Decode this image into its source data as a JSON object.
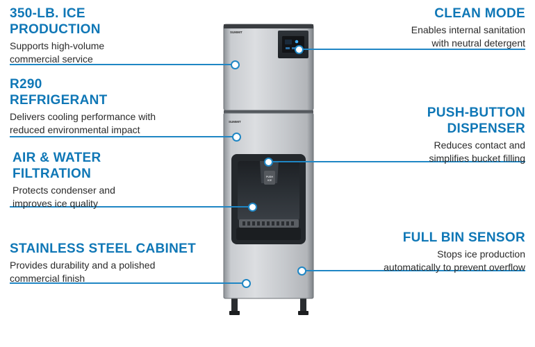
{
  "colors": {
    "accent": "#0f77b6",
    "line": "#1f86c4",
    "body_text": "#2a2a2a"
  },
  "product": {
    "brand_upper": "SUMMIT",
    "brand_lower": "SUMMIT",
    "control_icon": "display-panel-icon",
    "dispenser_icon": "push-button-icon",
    "dispenser_label": "PUSH ICE"
  },
  "features": {
    "ice_production": {
      "title_1": "350-LB. ICE",
      "title_2": "PRODUCTION",
      "desc_1": "Supports high-volume",
      "desc_2": "commercial service"
    },
    "refrigerant": {
      "title_1": "R290",
      "title_2": "REFRIGERANT",
      "desc_1": "Delivers cooling performance with",
      "desc_2": "reduced environmental impact"
    },
    "filtration": {
      "title_1": "AIR & WATER",
      "title_2": "FILTRATION",
      "desc_1": "Protects condenser and",
      "desc_2": "improves ice quality"
    },
    "cabinet": {
      "title_1": "STAINLESS STEEL CABINET",
      "desc_1": "Provides durability and a polished",
      "desc_2": "commercial finish"
    },
    "clean_mode": {
      "title_1": "CLEAN MODE",
      "desc_1": "Enables internal sanitation",
      "desc_2": "with neutral detergent"
    },
    "push_button": {
      "title_1": "PUSH-BUTTON",
      "title_2": "DISPENSER",
      "desc_1": "Reduces contact and",
      "desc_2": "simplifies bucket filling"
    },
    "full_bin": {
      "title_1": "FULL BIN SENSOR",
      "desc_1": "Stops ice production",
      "desc_2": "automatically to prevent overflow"
    }
  }
}
